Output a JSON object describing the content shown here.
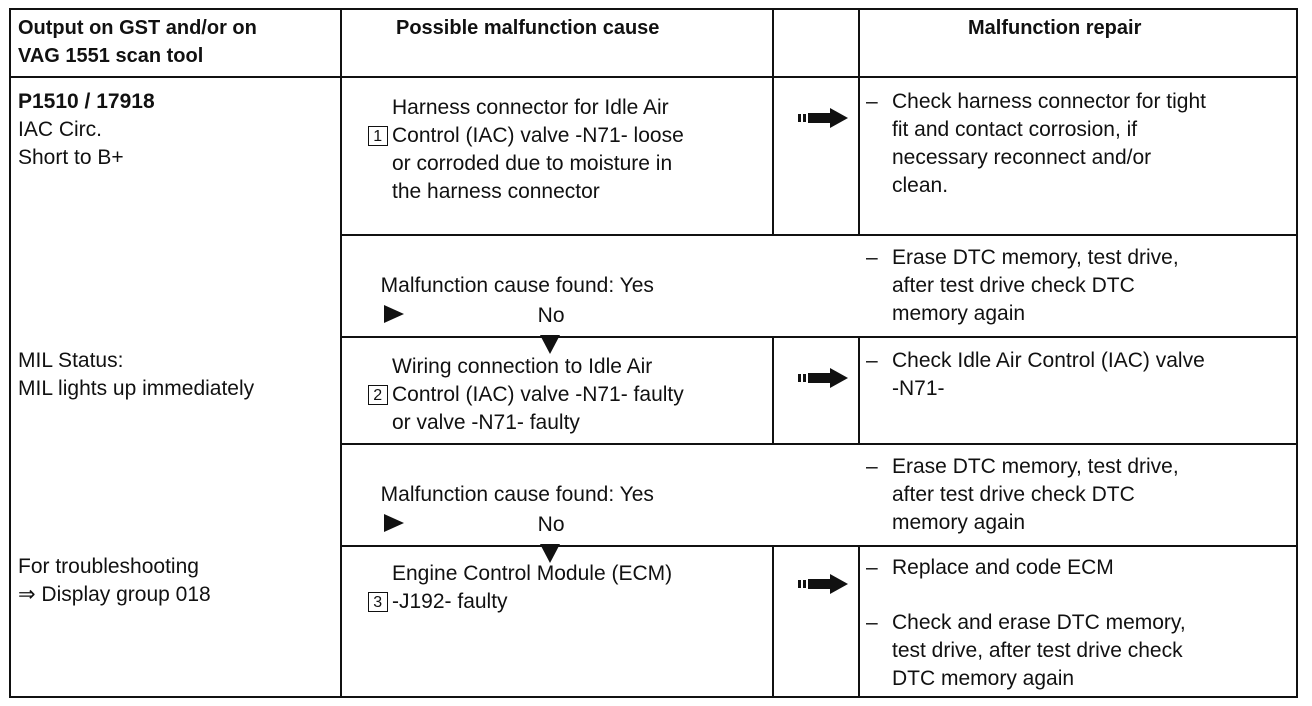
{
  "header": {
    "col1": [
      "Output on GST and/or on",
      "VAG 1551 scan tool"
    ],
    "col2": "Possible malfunction cause",
    "col3": "Malfunction repair"
  },
  "left": {
    "code": "P1510 / 17918",
    "desc": [
      "IAC Circ.",
      "Short to B+"
    ],
    "mil": [
      "MIL Status:",
      "MIL lights up immediately"
    ],
    "trouble": [
      "For troubleshooting",
      "⇒ Display group 018"
    ]
  },
  "steps": [
    {
      "number": "1",
      "cause": [
        "Harness connector for Idle Air",
        "Control (IAC) valve -N71- loose",
        "or corroded due to moisture in",
        "the harness connector"
      ],
      "repair": [
        "Check harness connector for tight",
        "fit and contact corrosion, if",
        "necessary reconnect and/or",
        "clean."
      ]
    },
    {
      "number": "2",
      "cause": [
        "Wiring connection to Idle Air",
        "Control (IAC) valve -N71- faulty",
        "or valve -N71- faulty"
      ],
      "repair": [
        "Check Idle Air Control (IAC) valve",
        "-N71-"
      ]
    },
    {
      "number": "3",
      "cause": [
        "Engine Control Module (ECM)",
        "-J192- faulty"
      ],
      "repair": [
        "Replace and code ECM"
      ],
      "repair2": [
        "Check and erase DTC memory,",
        "test drive, after test drive check",
        "DTC memory again"
      ]
    }
  ],
  "found": {
    "yes": "Malfunction cause found: Yes",
    "no": "No",
    "action": [
      "Erase DTC memory, test drive,",
      "after test drive check DTC",
      "memory again"
    ]
  },
  "dash": "–"
}
